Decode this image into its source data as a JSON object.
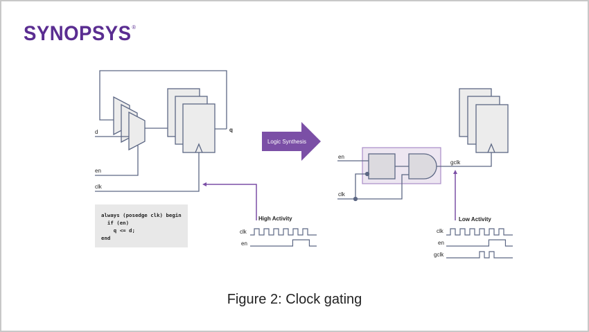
{
  "brand": {
    "name": "SYNOPSYS",
    "registered_mark": "®",
    "color": "#5a2d91"
  },
  "colors": {
    "wire": "#5c6784",
    "block_fill": "#ececec",
    "accent": "#7b4fa6",
    "gate_box_fill": "#ede6f1",
    "gate_box_stroke": "#a98bc7",
    "gate_fill": "#dcdadf"
  },
  "left_circuit": {
    "inputs": {
      "d": "d",
      "en": "en",
      "clk": "clk"
    },
    "output": "q",
    "code_lines": [
      "always (posedge clk) begin",
      "  if (en)",
      "    q <= d;",
      "end"
    ],
    "annotation": "High Activity",
    "waveforms": [
      {
        "label": "clk",
        "pattern": "clock",
        "pulses": 6
      },
      {
        "label": "en",
        "pattern": "pulse",
        "high_from": 0.64,
        "high_to": 0.89
      }
    ]
  },
  "arrow": {
    "label": "Logic Synthesis"
  },
  "right_circuit": {
    "inputs": {
      "en": "en",
      "clk": "clk"
    },
    "output": "gclk",
    "annotation": "Low Activity",
    "waveforms": [
      {
        "label": "clk",
        "pattern": "clock",
        "pulses": 6
      },
      {
        "label": "en",
        "pattern": "pulse",
        "high_from": 0.64,
        "high_to": 0.89
      },
      {
        "label": "gclk",
        "pattern": "gated",
        "pulses": 2
      }
    ]
  },
  "caption": "Figure 2: Clock gating"
}
